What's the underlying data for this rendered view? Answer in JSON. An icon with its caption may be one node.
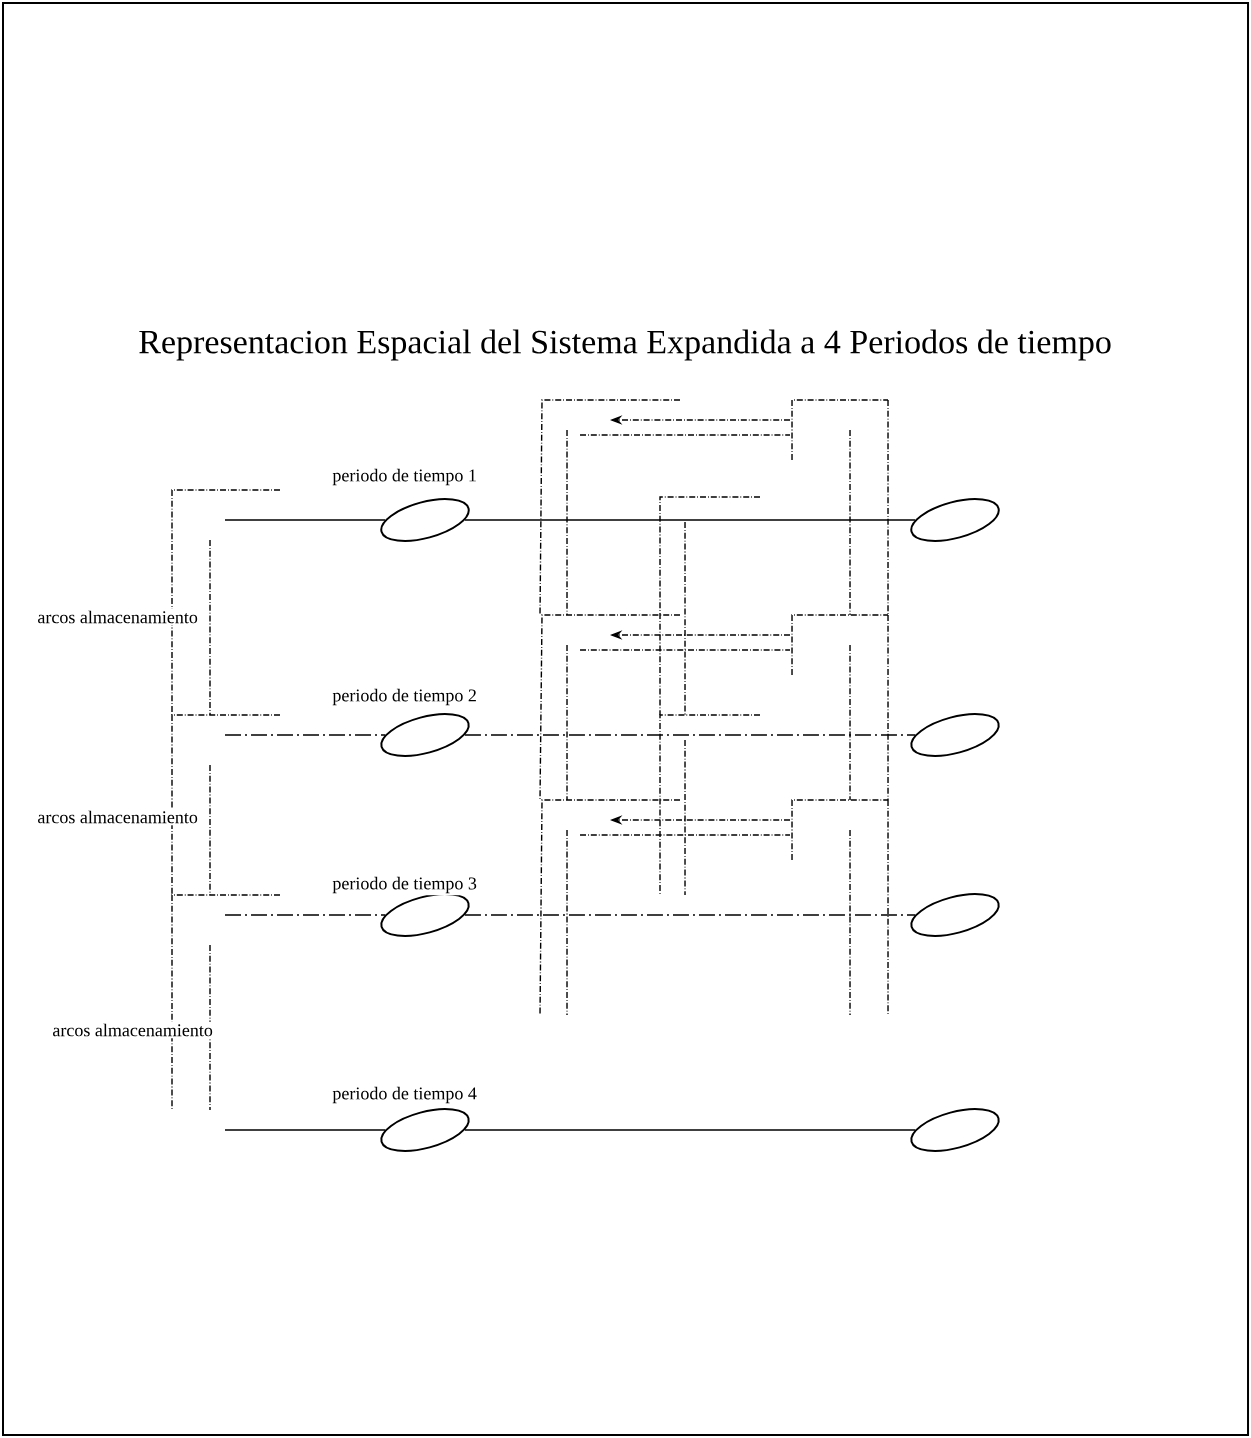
{
  "diagram": {
    "title": "Representacion Espacial del Sistema Expandida a 4 Periodos de tiempo",
    "nodes": [
      {
        "text": [],
        "shape": "ellipse"
      },
      {
        "text": [],
        "shape": "ellipse"
      },
      {
        "text": [],
        "shape": "ellipse"
      },
      {
        "text": [],
        "shape": "ellipse"
      },
      {
        "text": [],
        "shape": "ellipse"
      },
      {
        "text": [],
        "shape": "ellipse"
      },
      {
        "text": [],
        "shape": "ellipse"
      },
      {
        "text": [],
        "shape": "ellipse"
      }
    ],
    "edges": [
      {
        "from": null,
        "to": 0,
        "arrow": "none"
      },
      {
        "from": 0,
        "to": 1,
        "arrow": "none"
      },
      {
        "from": null,
        "to": 2,
        "arrow": "none",
        "style": "dashed"
      },
      {
        "from": 2,
        "to": 3,
        "arrow": "none",
        "style": "dashed"
      },
      {
        "from": null,
        "to": 4,
        "arrow": "none",
        "style": "dashed"
      },
      {
        "from": 4,
        "to": 5,
        "arrow": "none",
        "style": "dashed"
      },
      {
        "from": null,
        "to": 6,
        "arrow": "none"
      },
      {
        "from": 6,
        "to": 7,
        "arrow": "none"
      }
    ],
    "labels": [
      "periodo de tiempo 1",
      "arcos almacenamiento",
      "periodo de tiempo 2",
      "arcos almacenamiento",
      "periodo de tiempo 3",
      "arcos almacenamiento",
      "periodo de tiempo 4"
    ]
  }
}
